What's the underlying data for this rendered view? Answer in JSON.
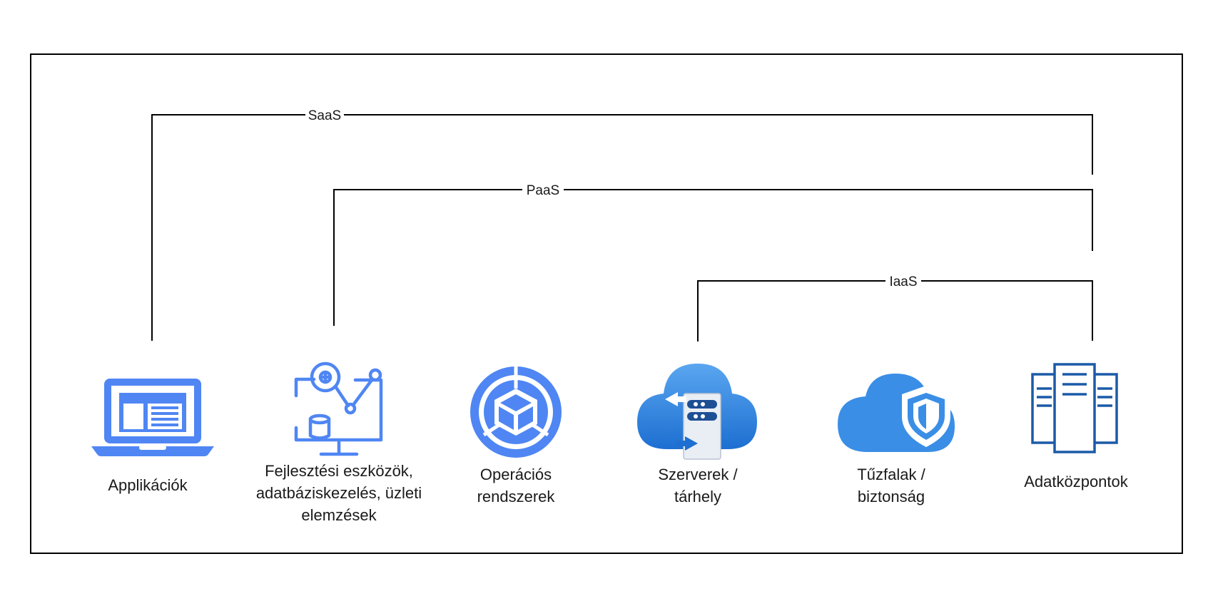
{
  "diagram": {
    "tiers": [
      {
        "id": "saas",
        "label": "SaaS"
      },
      {
        "id": "paas",
        "label": "PaaS"
      },
      {
        "id": "iaas",
        "label": "IaaS"
      }
    ],
    "components": [
      {
        "id": "apps",
        "icon": "laptop-app-icon",
        "lines": [
          "Applikációk"
        ]
      },
      {
        "id": "dev",
        "icon": "analytics-dev-tools-icon",
        "lines": [
          "Fejlesztési eszközök,",
          "adatbáziskezelés, üzleti",
          "elemzések"
        ]
      },
      {
        "id": "os",
        "icon": "operating-system-icon",
        "lines": [
          "Operációs",
          "rendszerek"
        ]
      },
      {
        "id": "servers",
        "icon": "cloud-server-icon",
        "lines": [
          "Szerverek /",
          "tárhely"
        ]
      },
      {
        "id": "firewall",
        "icon": "cloud-shield-icon",
        "lines": [
          "Tűzfalak /",
          "biztonság"
        ]
      },
      {
        "id": "datacenters",
        "icon": "datacenter-icon",
        "lines": [
          "Adatközpontok"
        ]
      }
    ],
    "colors": {
      "line": "#000000",
      "icon_blue": "#4f86f3",
      "icon_dark_blue": "#1c5aa8",
      "cloud_blue": "#3a8ee6"
    }
  }
}
